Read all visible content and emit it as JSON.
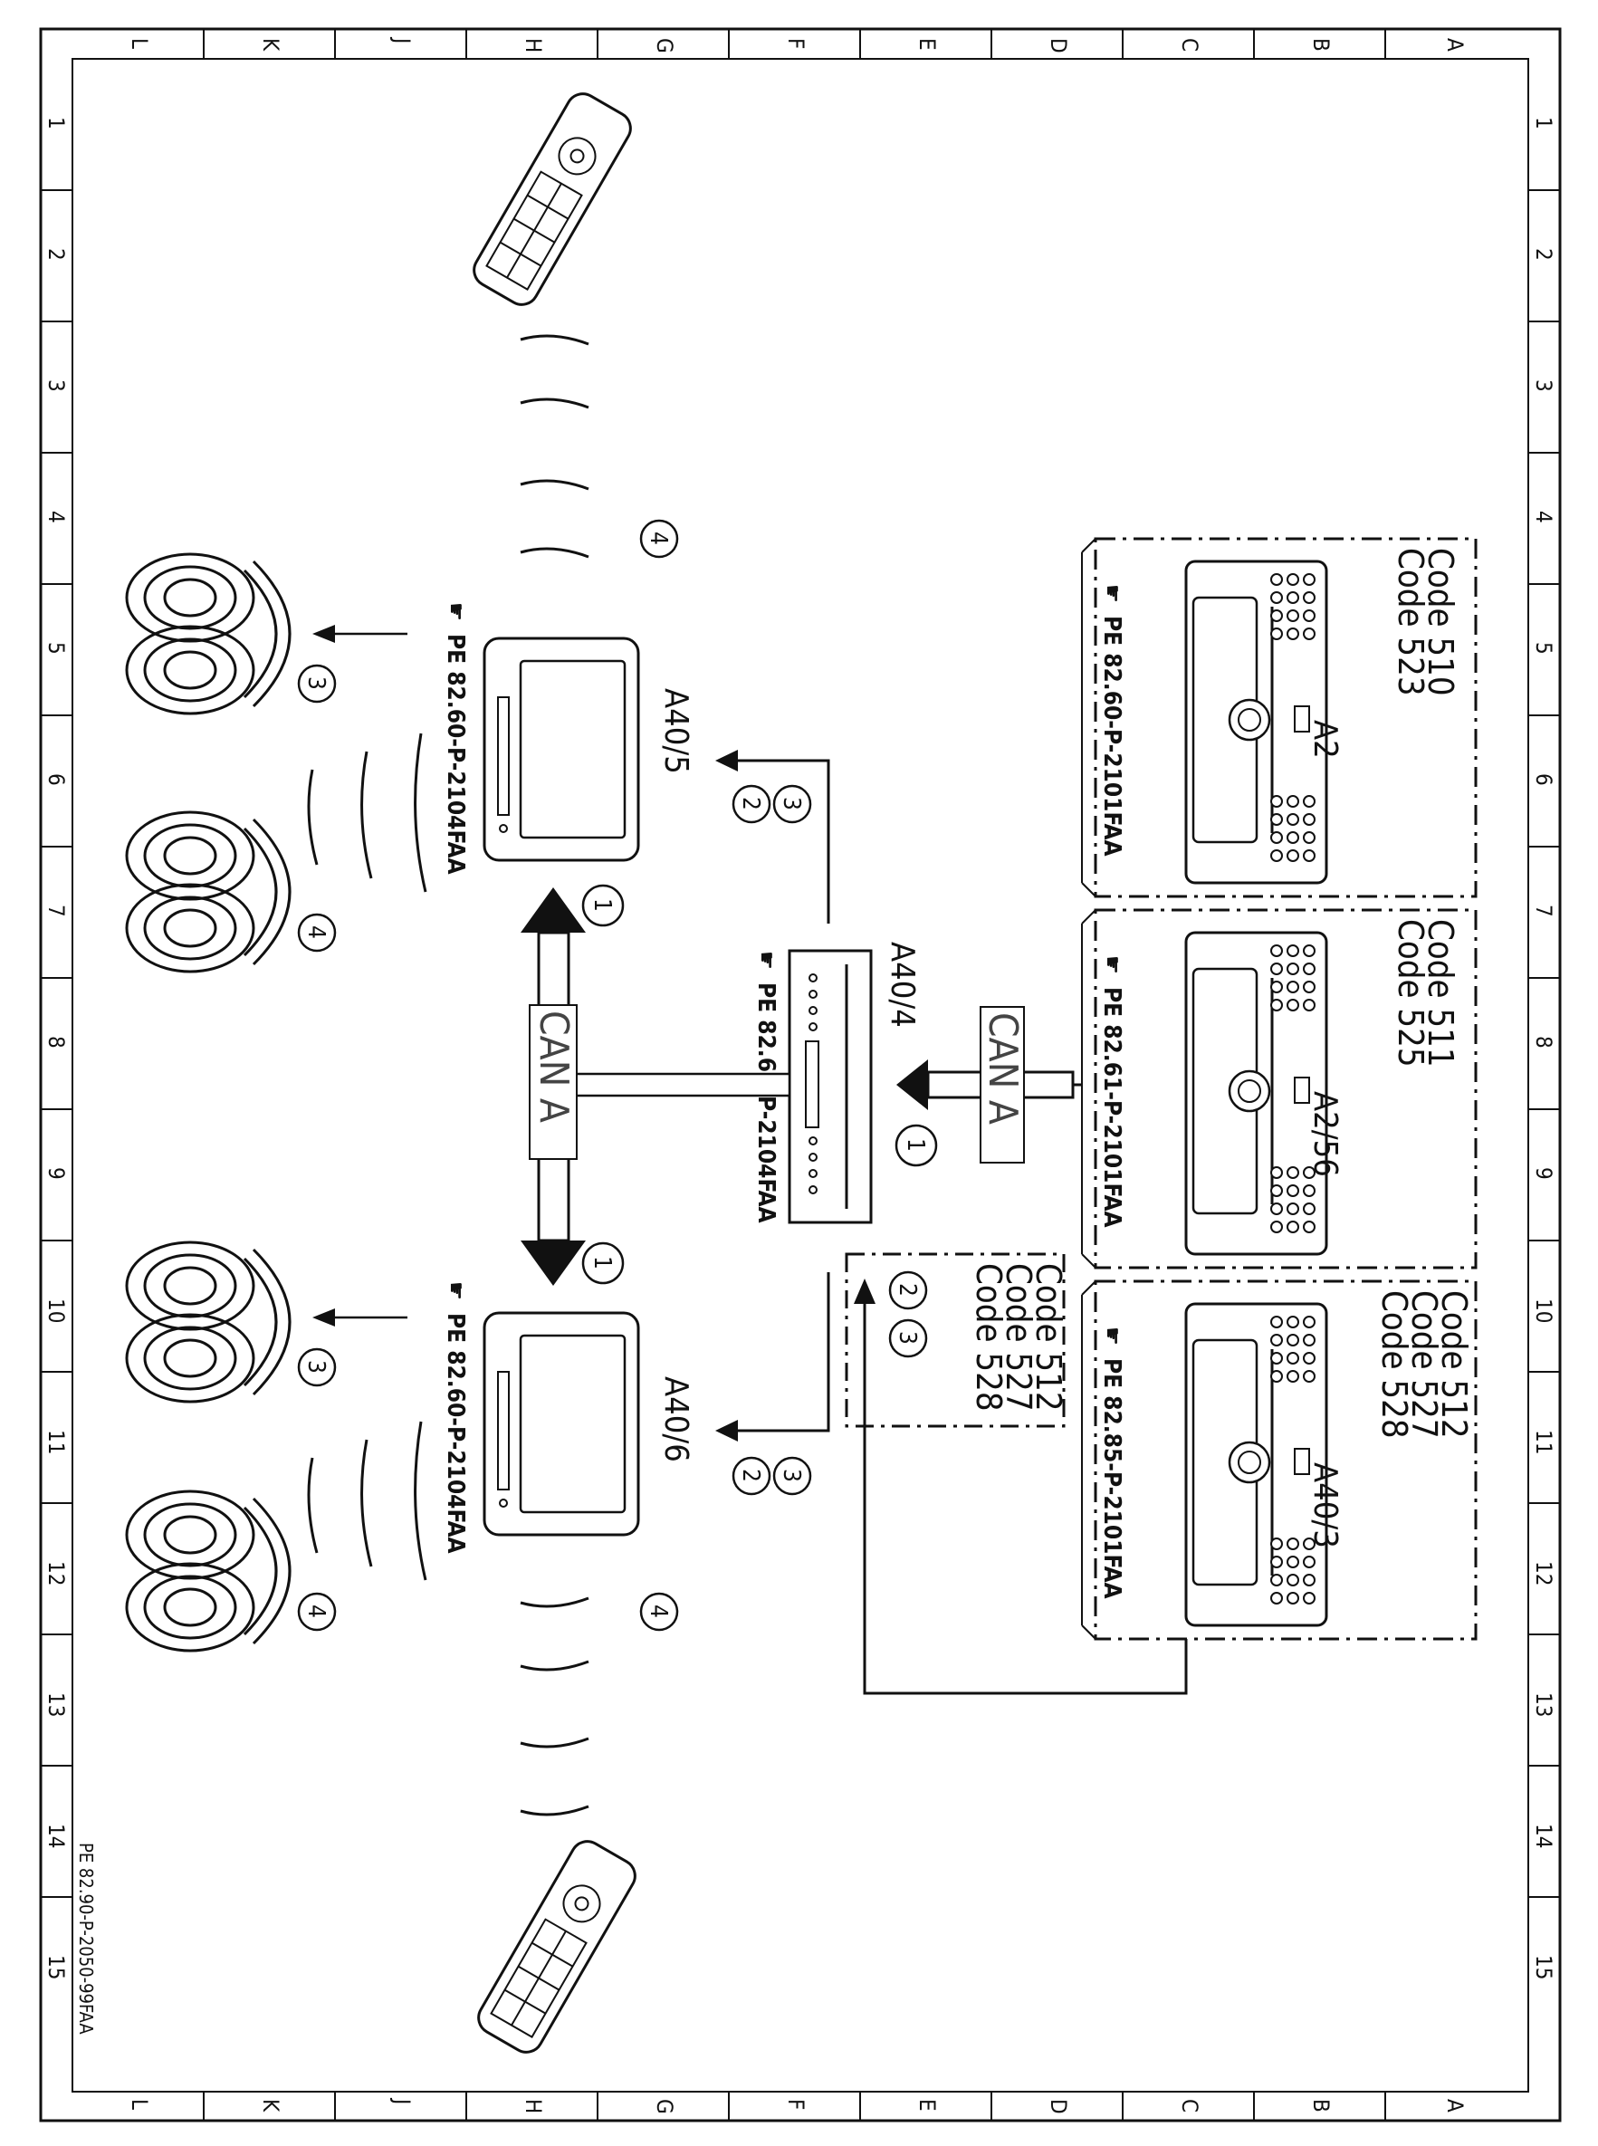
{
  "grid": {
    "top_columns": [
      "L",
      "K",
      "J",
      "H",
      "G",
      "F",
      "E",
      "D",
      "C",
      "B",
      "A"
    ],
    "bottom_columns": [
      "L",
      "K",
      "J",
      "H",
      "G",
      "F",
      "E",
      "D",
      "C",
      "B",
      "A"
    ],
    "left_rows": [
      "1",
      "2",
      "3",
      "4",
      "5",
      "6",
      "7",
      "8",
      "9",
      "10",
      "11",
      "12",
      "13",
      "14",
      "15"
    ],
    "right_rows": [
      "1",
      "2",
      "3",
      "4",
      "5",
      "6",
      "7",
      "8",
      "9",
      "10",
      "11",
      "12",
      "13",
      "14",
      "15"
    ]
  },
  "document_id": "PE 82.90-P-2050-99FAA",
  "can_label": "CAN A",
  "units": [
    {
      "id": "A2",
      "code_lines": [
        "Code 510",
        "Code 523"
      ],
      "ref": "PE 82.60-P-2101FAA"
    },
    {
      "id": "A2/56",
      "code_lines": [
        "Code 511",
        "Code 525"
      ],
      "ref": "PE 82.61-P-2101FAA"
    },
    {
      "id": "A40/3",
      "code_lines": [
        "Code 512",
        "Code 527",
        "Code 528"
      ],
      "ref": "PE 82.85-P-2101FAA"
    }
  ],
  "dvd_player": {
    "id": "A40/4",
    "ref": "PE 82.60-P-2104FAA"
  },
  "screens": [
    {
      "id": "A40/5",
      "ref": "PE 82.60-P-2104FAA"
    },
    {
      "id": "A40/6",
      "ref": "PE 82.60-P-2104FAA"
    }
  ],
  "code_box": {
    "code_lines": [
      "Code 512",
      "Code 527",
      "Code 528"
    ]
  },
  "numbers": {
    "n1": "1",
    "n2": "2",
    "n3": "3",
    "n4": "4"
  },
  "colors": {
    "line": "#111111",
    "can_text": "#444444",
    "background": "#ffffff"
  }
}
